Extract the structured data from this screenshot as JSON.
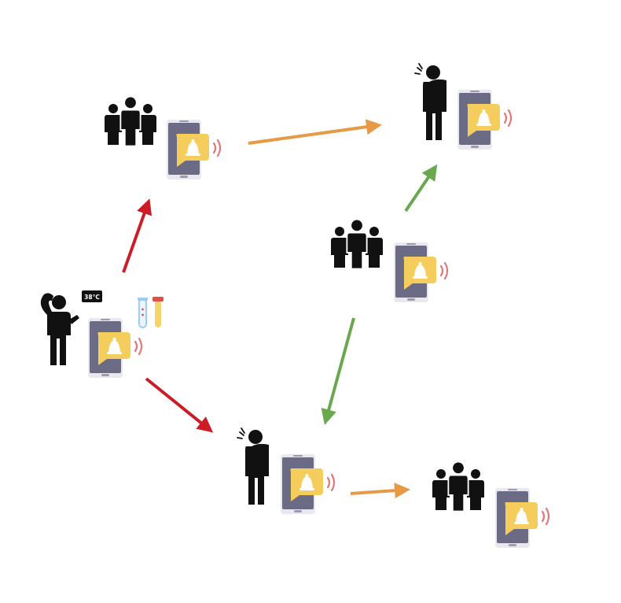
{
  "diagram": {
    "type": "contact-tracing-network",
    "nodes": [
      {
        "id": "group-top-left",
        "figure": "group",
        "device": "phone-with-alert"
      },
      {
        "id": "person-coughing-top-right",
        "figure": "person-coughing",
        "device": "phone-with-alert"
      },
      {
        "id": "group-middle-right",
        "figure": "group",
        "device": "phone-with-alert"
      },
      {
        "id": "person-with-fever",
        "figure": "person-with-fever",
        "device": "phone-with-alert",
        "thermometer_reading": "38°C",
        "accessory": "test-tubes"
      },
      {
        "id": "person-coughing-bottom",
        "figure": "person-coughing",
        "device": "phone-with-alert"
      },
      {
        "id": "group-bottom-right",
        "figure": "group",
        "device": "phone-with-alert"
      }
    ],
    "edges": [
      {
        "from": "person-with-fever",
        "to": "group-top-left",
        "color": "red"
      },
      {
        "from": "person-with-fever",
        "to": "person-coughing-bottom",
        "color": "red"
      },
      {
        "from": "group-top-left",
        "to": "person-coughing-top-right",
        "color": "orange"
      },
      {
        "from": "person-coughing-bottom",
        "to": "group-bottom-right",
        "color": "orange"
      },
      {
        "from": "group-middle-right",
        "to": "person-coughing-top-right",
        "color": "green"
      },
      {
        "from": "group-middle-right",
        "to": "person-coughing-bottom",
        "color": "green"
      }
    ]
  },
  "colors": {
    "red": "#cc1d27",
    "orange": "#e69a45",
    "green": "#6aa84f",
    "figure": "#111111",
    "phone_body": "#6b6b85",
    "phone_frame": "#e8e8ee",
    "phone_screen": "#8b8ba3",
    "alert_bubble": "#f5cd5d",
    "alert_bell": "#ffffff",
    "signal_waves": "#e07878",
    "tube_blue": "#9ecbf0",
    "tube_red": "#e0504a",
    "tube_yellow": "#f5d56a"
  },
  "icons": [
    "group-icon",
    "coughing-person-icon",
    "feverish-person-icon",
    "phone-alert-icon",
    "test-tube-icon",
    "thermometer-icon"
  ]
}
